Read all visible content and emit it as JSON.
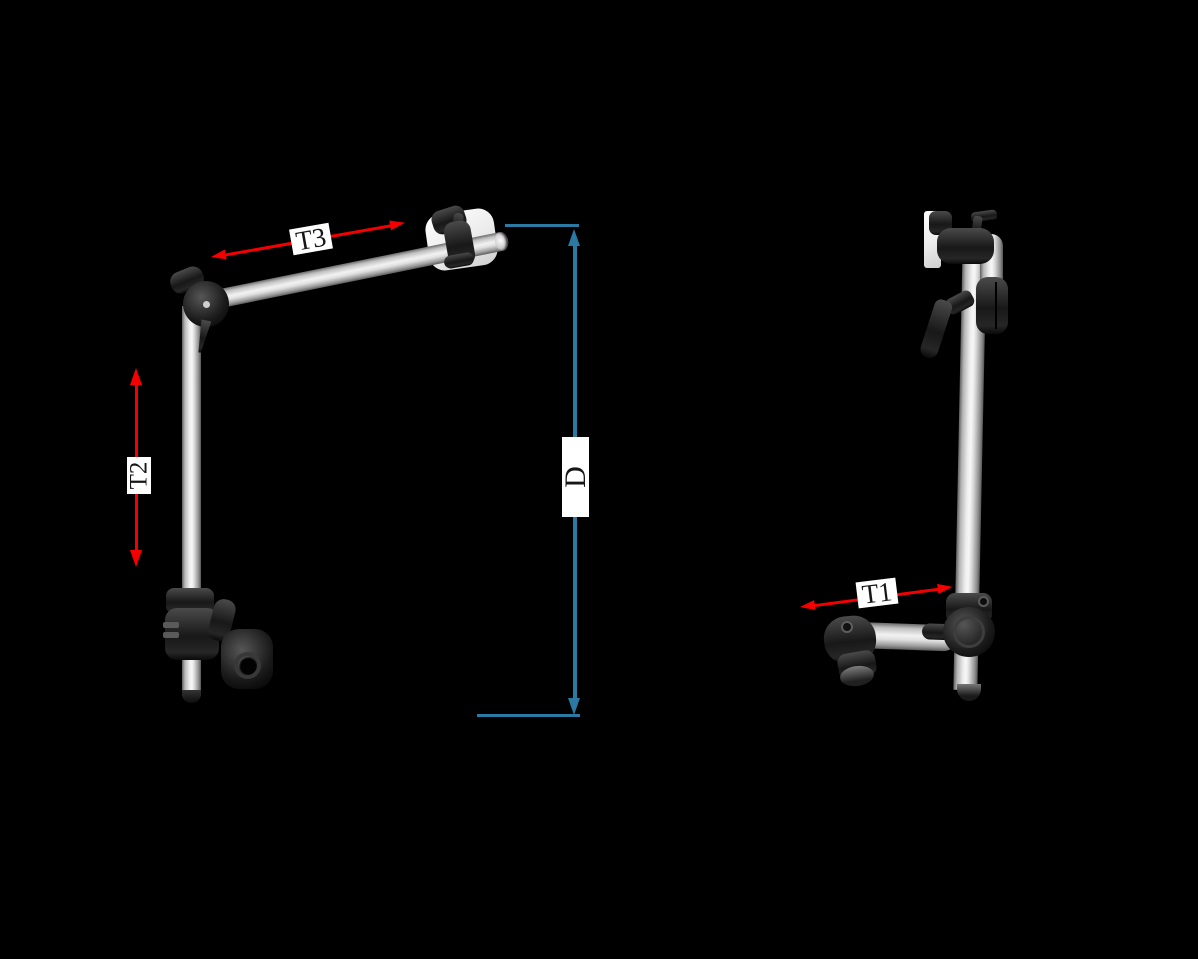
{
  "figure": {
    "background": "#000000",
    "views": {
      "left": "articulated-support-arm-front-view",
      "right": "articulated-support-arm-side-view"
    }
  },
  "colors": {
    "arrow_red": "#f40000",
    "dimension_blue": "#2a7aa4",
    "label_bg": "#ffffff",
    "label_text": "#161616"
  },
  "dimensions": {
    "t3": {
      "label": "T3",
      "color_ref": "arrow_red",
      "orientation": "diagonal",
      "style": "double-headed-arrow"
    },
    "t2": {
      "label": "T2",
      "color_ref": "arrow_red",
      "orientation": "vertical",
      "style": "double-headed-arrow"
    },
    "d": {
      "label": "D",
      "color_ref": "dimension_blue",
      "orientation": "vertical",
      "style": "dimension-line-with-extension-lines"
    },
    "t1": {
      "label": "T1",
      "color_ref": "arrow_red",
      "orientation": "diagonal",
      "style": "double-headed-arrow"
    }
  }
}
